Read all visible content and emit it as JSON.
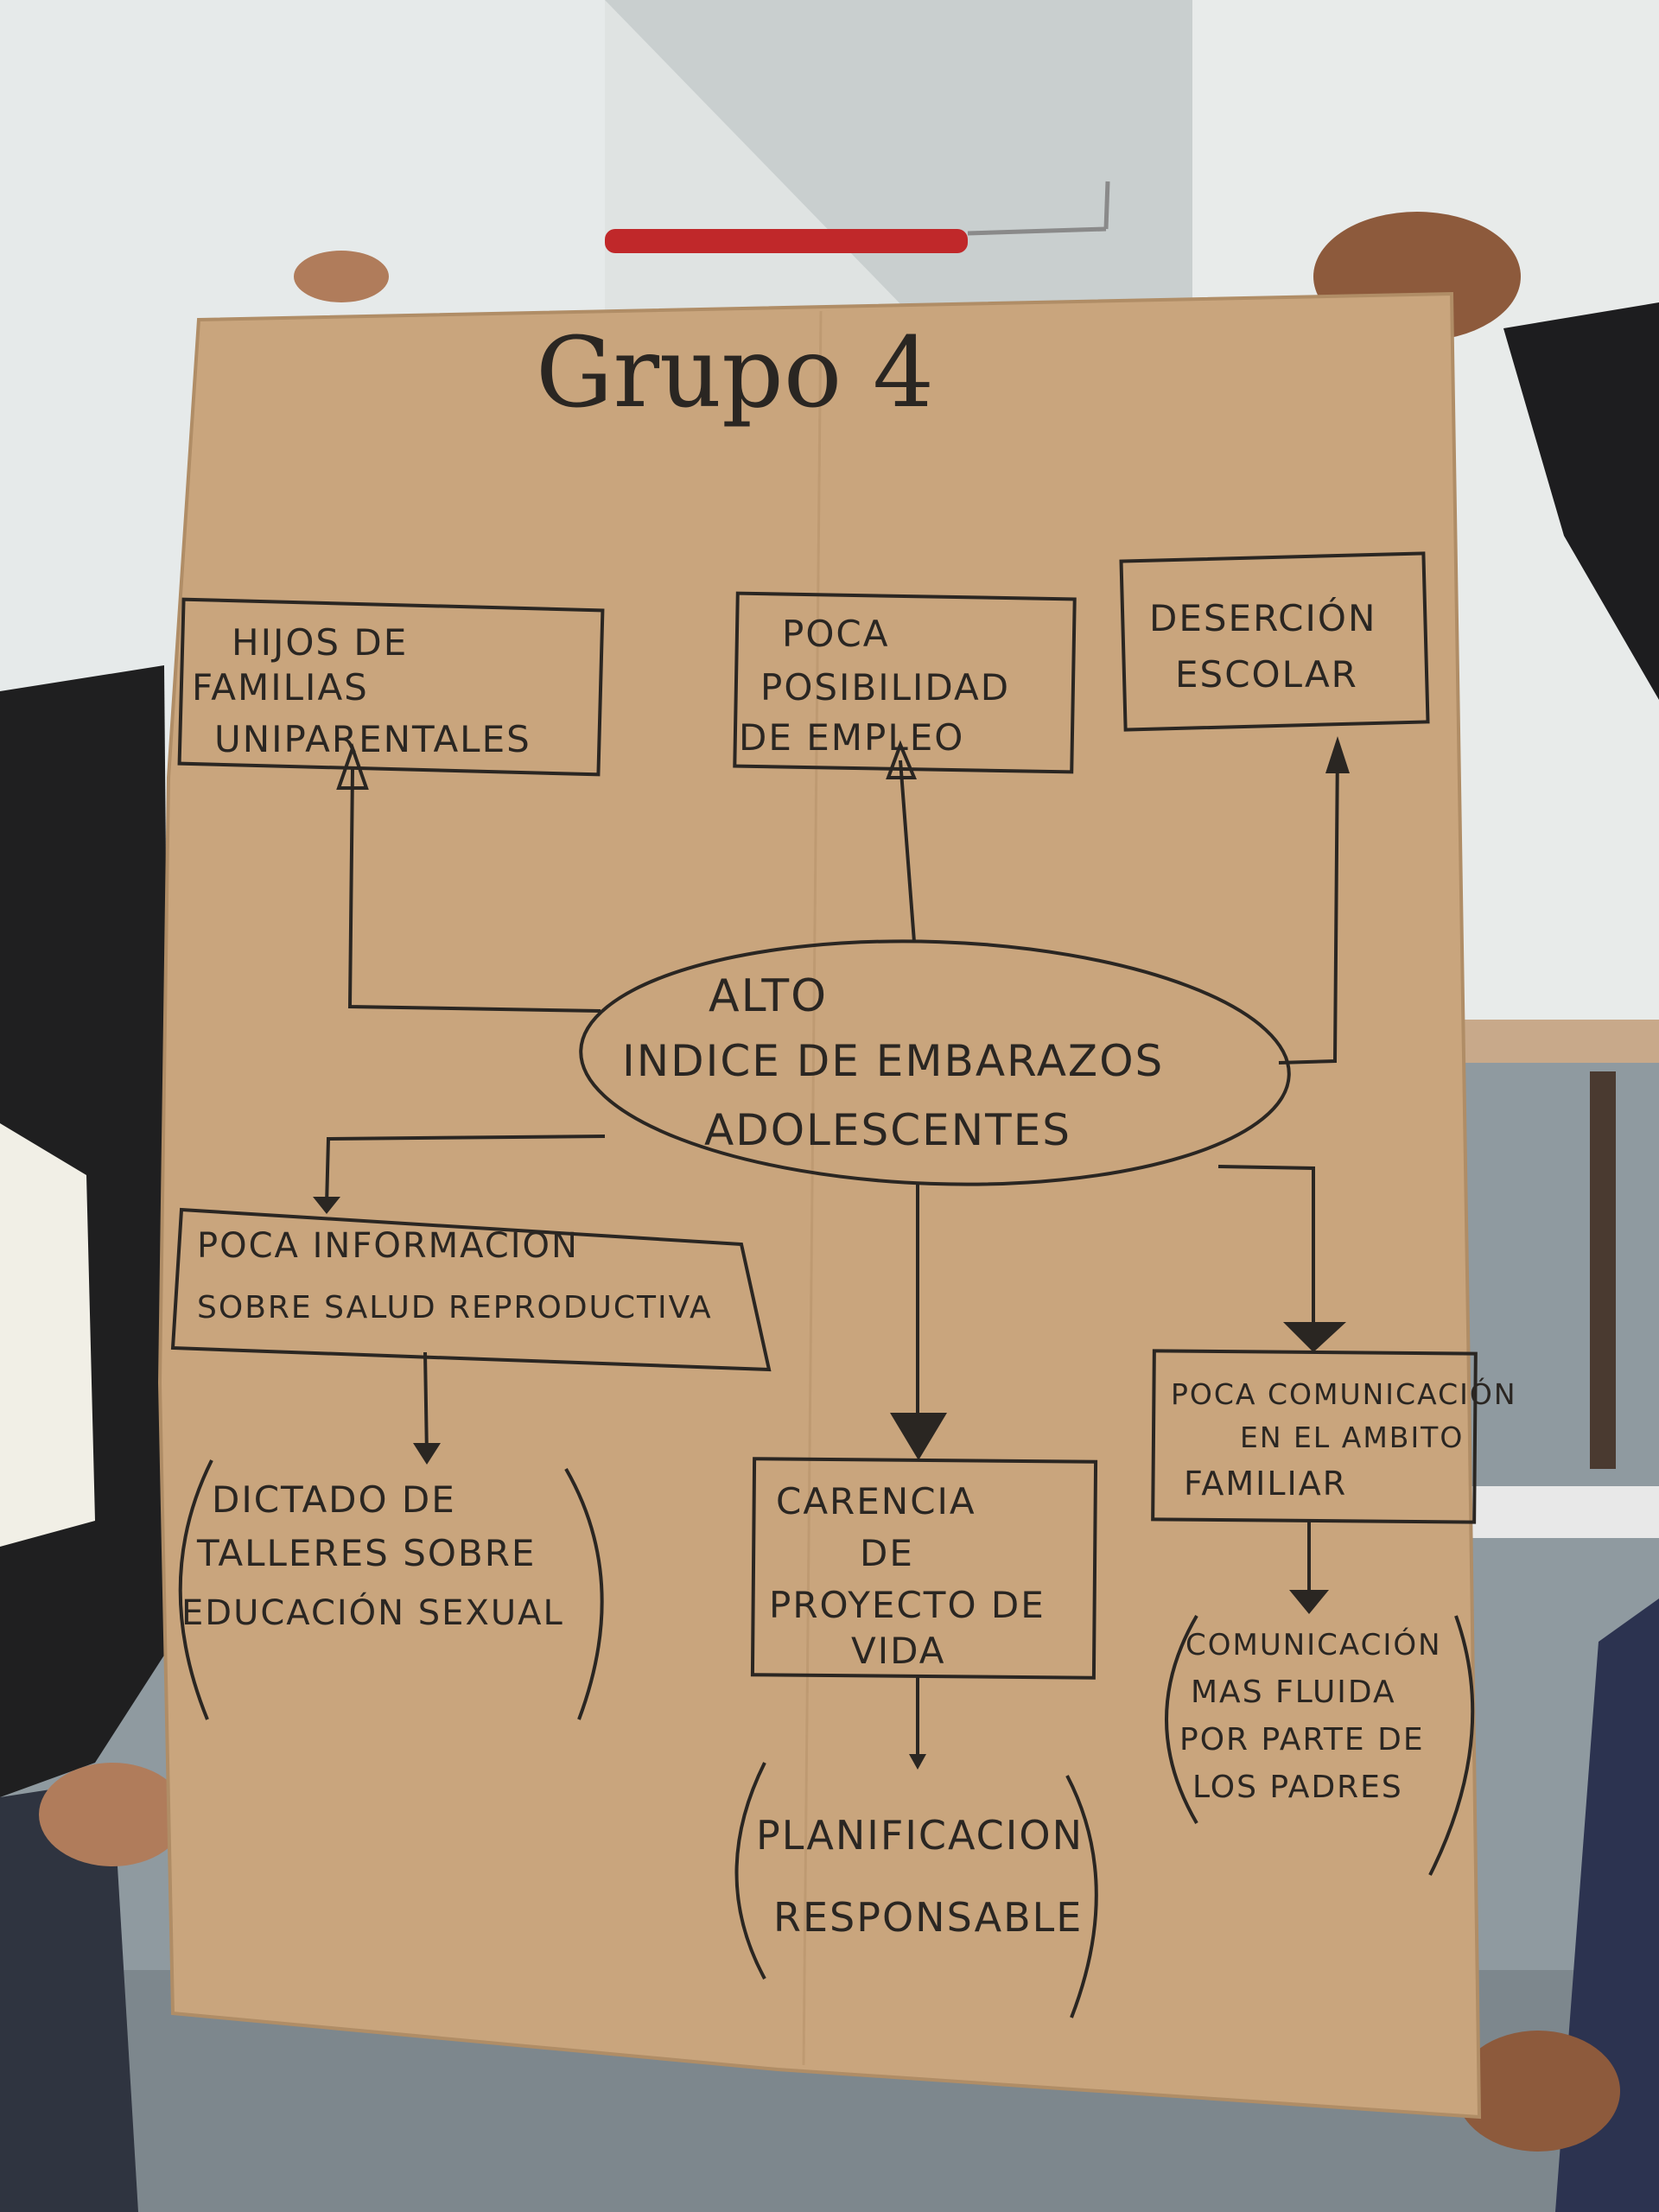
{
  "poster": {
    "title": "Grupo 4",
    "center": {
      "line1": "ALTO",
      "line2": "INDICE DE EMBARAZOS",
      "line3": "ADOLESCENTES"
    },
    "effects": [
      {
        "lines": [
          "HIJOS DE",
          "FAMILIAS",
          "UNIPARENTALES"
        ]
      },
      {
        "lines": [
          "POCA",
          "POSIBILIDAD",
          "DE EMPLEO"
        ]
      },
      {
        "lines": [
          "DESERCIÓN",
          "ESCOLAR"
        ]
      }
    ],
    "causes": [
      {
        "lines": [
          "POCA INFORMACION",
          "SOBRE SALUD REPRODUCTIVA"
        ]
      },
      {
        "lines": [
          "CARENCIA",
          "DE",
          "PROYECTO DE",
          "VIDA"
        ]
      },
      {
        "lines": [
          "POCA COMUNICACIÓN",
          "EN EL AMBITO",
          "FAMILIAR"
        ]
      }
    ],
    "solutions": [
      {
        "lines": [
          "DICTADO DE",
          "TALLERES SOBRE",
          "EDUCACIÓN SEXUAL"
        ]
      },
      {
        "lines": [
          "PLANIFICACION",
          "RESPONSABLE"
        ]
      },
      {
        "lines": [
          "COMUNICACIÓN",
          "MAS FLUIDA",
          "POR PARTE DE",
          "LOS PADRES"
        ]
      }
    ]
  },
  "colors": {
    "paper": "#c9a57d",
    "ink": "#2a2622",
    "wall": "#dfe3e2",
    "pipe": "#c0282a",
    "floor": "#8f9aa0"
  }
}
